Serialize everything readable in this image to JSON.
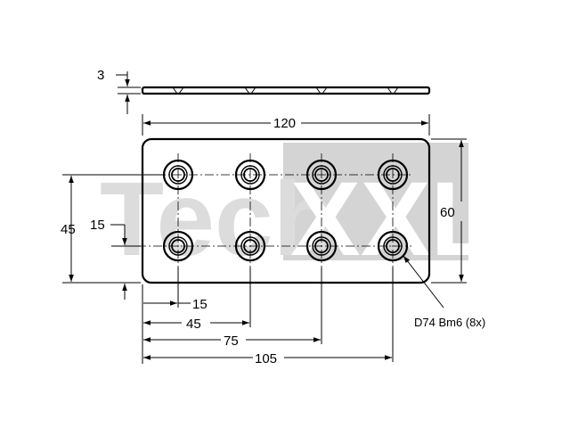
{
  "watermark": {
    "text_left": "Tech",
    "text_right": "XXL",
    "light_color": "#dcdcdc",
    "box_color": "#d4d4d4"
  },
  "dimensions": {
    "thickness": "3",
    "width": "120",
    "height": "60",
    "row_offset": "45",
    "row_bottom_offset": "15",
    "hole_x_1": "15",
    "hole_x_2": "45",
    "hole_x_3": "75",
    "hole_x_4": "105"
  },
  "hole_note": "D74 Bm6 (8x)",
  "holes": {
    "count_per_row": 4,
    "rows": 2
  }
}
